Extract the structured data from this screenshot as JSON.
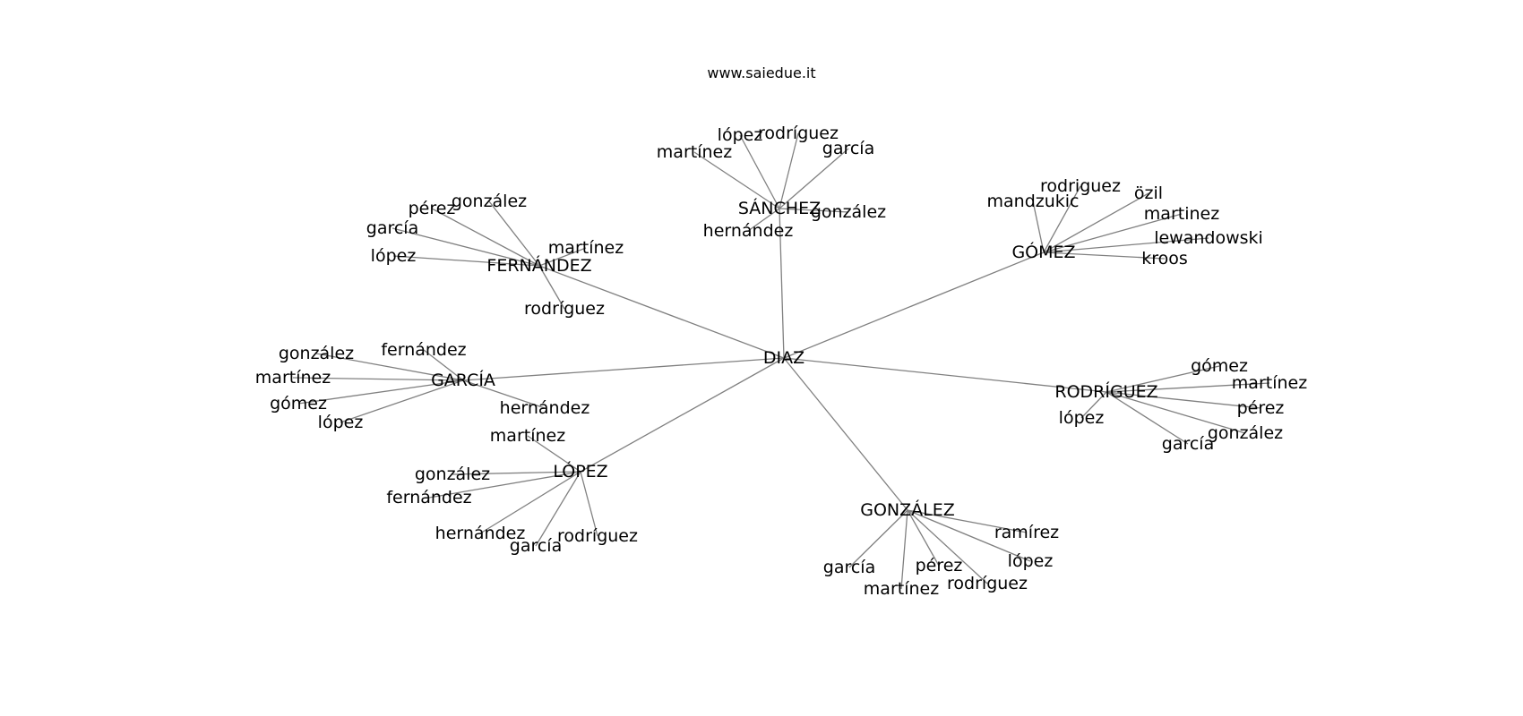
{
  "title": "www.saiedue.it",
  "center": {
    "id": "diaz",
    "label": "DIAZ"
  },
  "hubs": [
    {
      "id": "sanchez",
      "label": "SÁNCHEZ",
      "leaves": [
        {
          "id": "martinez",
          "label": "martínez"
        },
        {
          "id": "lopez",
          "label": "lópez"
        },
        {
          "id": "rodriguez",
          "label": "rodríguez"
        },
        {
          "id": "garcia",
          "label": "garcía"
        },
        {
          "id": "gonzalez",
          "label": "gonzález"
        },
        {
          "id": "hernandez",
          "label": "hernández"
        }
      ]
    },
    {
      "id": "gomez",
      "label": "GÓMEZ",
      "leaves": [
        {
          "id": "mandzukic",
          "label": "mandzukic"
        },
        {
          "id": "rodriguez",
          "label": "rodriguez"
        },
        {
          "id": "ozil",
          "label": "özil"
        },
        {
          "id": "martinez",
          "label": "martinez"
        },
        {
          "id": "lewandowski",
          "label": "lewandowski"
        },
        {
          "id": "kroos",
          "label": "kroos"
        }
      ]
    },
    {
      "id": "fernandez",
      "label": "FERNÁNDEZ",
      "leaves": [
        {
          "id": "perez",
          "label": "pérez"
        },
        {
          "id": "gonzalez",
          "label": "gonzález"
        },
        {
          "id": "garcia",
          "label": "garcía"
        },
        {
          "id": "lopez",
          "label": "lópez"
        },
        {
          "id": "martinez",
          "label": "martínez"
        },
        {
          "id": "rodriguez",
          "label": "rodríguez"
        }
      ]
    },
    {
      "id": "garcia",
      "label": "GARCÍA",
      "leaves": [
        {
          "id": "gonzalez",
          "label": "gonzález"
        },
        {
          "id": "fernandez",
          "label": "fernández"
        },
        {
          "id": "martinez",
          "label": "martínez"
        },
        {
          "id": "gomez",
          "label": "gómez"
        },
        {
          "id": "lopez",
          "label": "lópez"
        },
        {
          "id": "hernandez",
          "label": "hernández"
        }
      ]
    },
    {
      "id": "rodriguez",
      "label": "RODRÍGUEZ",
      "leaves": [
        {
          "id": "gomez",
          "label": "gómez"
        },
        {
          "id": "martinez",
          "label": "martínez"
        },
        {
          "id": "perez",
          "label": "pérez"
        },
        {
          "id": "lopez",
          "label": "lópez"
        },
        {
          "id": "gonzalez",
          "label": "gonzález"
        },
        {
          "id": "garcia",
          "label": "garcía"
        }
      ]
    },
    {
      "id": "lopez",
      "label": "LÓPEZ",
      "leaves": [
        {
          "id": "martinez",
          "label": "martínez"
        },
        {
          "id": "gonzalez",
          "label": "gonzález"
        },
        {
          "id": "fernandez",
          "label": "fernández"
        },
        {
          "id": "hernandez",
          "label": "hernández"
        },
        {
          "id": "garcia",
          "label": "garcía"
        },
        {
          "id": "rodriguez",
          "label": "rodríguez"
        }
      ]
    },
    {
      "id": "gonzalez",
      "label": "GONZÁLEZ",
      "leaves": [
        {
          "id": "ramirez",
          "label": "ramírez"
        },
        {
          "id": "lopez",
          "label": "lópez"
        },
        {
          "id": "garcia",
          "label": "garcía"
        },
        {
          "id": "perez",
          "label": "pérez"
        },
        {
          "id": "martinez",
          "label": "martínez"
        },
        {
          "id": "rodriguez",
          "label": "rodríguez"
        }
      ]
    }
  ]
}
